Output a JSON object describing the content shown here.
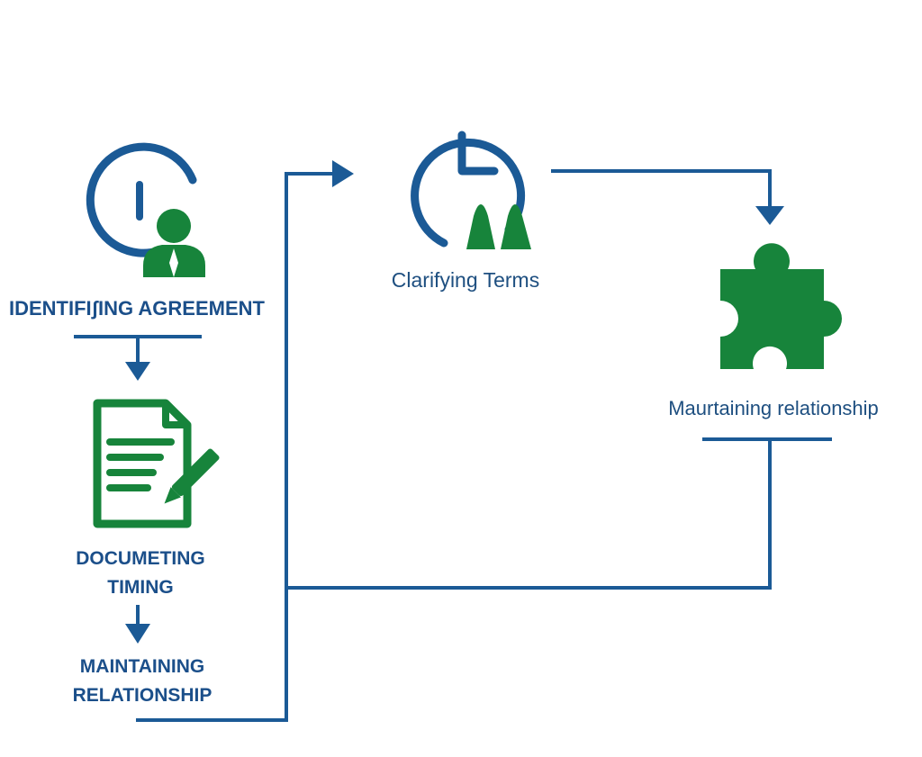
{
  "diagram": {
    "colors": {
      "blue": "#1b5a96",
      "green": "#17843b",
      "text": "#1b4f8a"
    },
    "nodes": {
      "identifying": {
        "label": "IDENTIFIʃING AGREEMENT",
        "icon": "clock-person-icon"
      },
      "documenting": {
        "line1": "DOCUMETING",
        "line2": "TIMING",
        "icon": "document-pen-icon"
      },
      "maintaining_left": {
        "line1": "MAINTAINING",
        "line2": "RELATIONSHIP"
      },
      "clarifying": {
        "label": "Clarifying Terms",
        "icon": "clock-people-icon"
      },
      "maintaining_right": {
        "label": "Maurtaining relationship",
        "icon": "puzzle-piece-icon"
      }
    }
  }
}
